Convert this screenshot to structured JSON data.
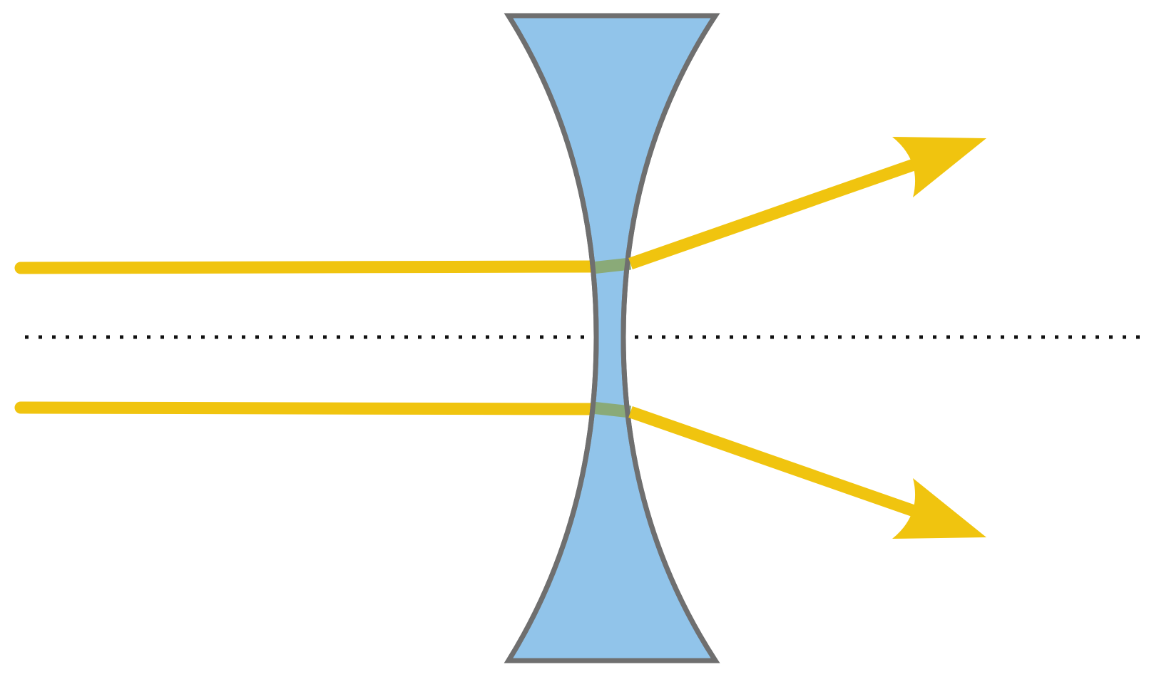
{
  "diagram": {
    "subject": "diverging-lens-refraction",
    "elements": {
      "lens": {
        "type": "biconcave-lens",
        "fill": "#91c4ea",
        "stroke": "#6f6f6f"
      },
      "optical_axis": {
        "style": "dotted",
        "color": "#111111"
      },
      "rays": [
        {
          "id": "upper-ray",
          "color": "#f0c40f",
          "direction": "diverges-upward"
        },
        {
          "id": "lower-ray",
          "color": "#f0c40f",
          "direction": "diverges-downward"
        }
      ]
    },
    "colors": {
      "ray": "#f0c40f",
      "ray_inside_lens": "#8aaa78",
      "lens_fill": "#91c4ea",
      "lens_outline": "#6f6f6f",
      "axis": "#111111",
      "background": "#ffffff"
    }
  }
}
